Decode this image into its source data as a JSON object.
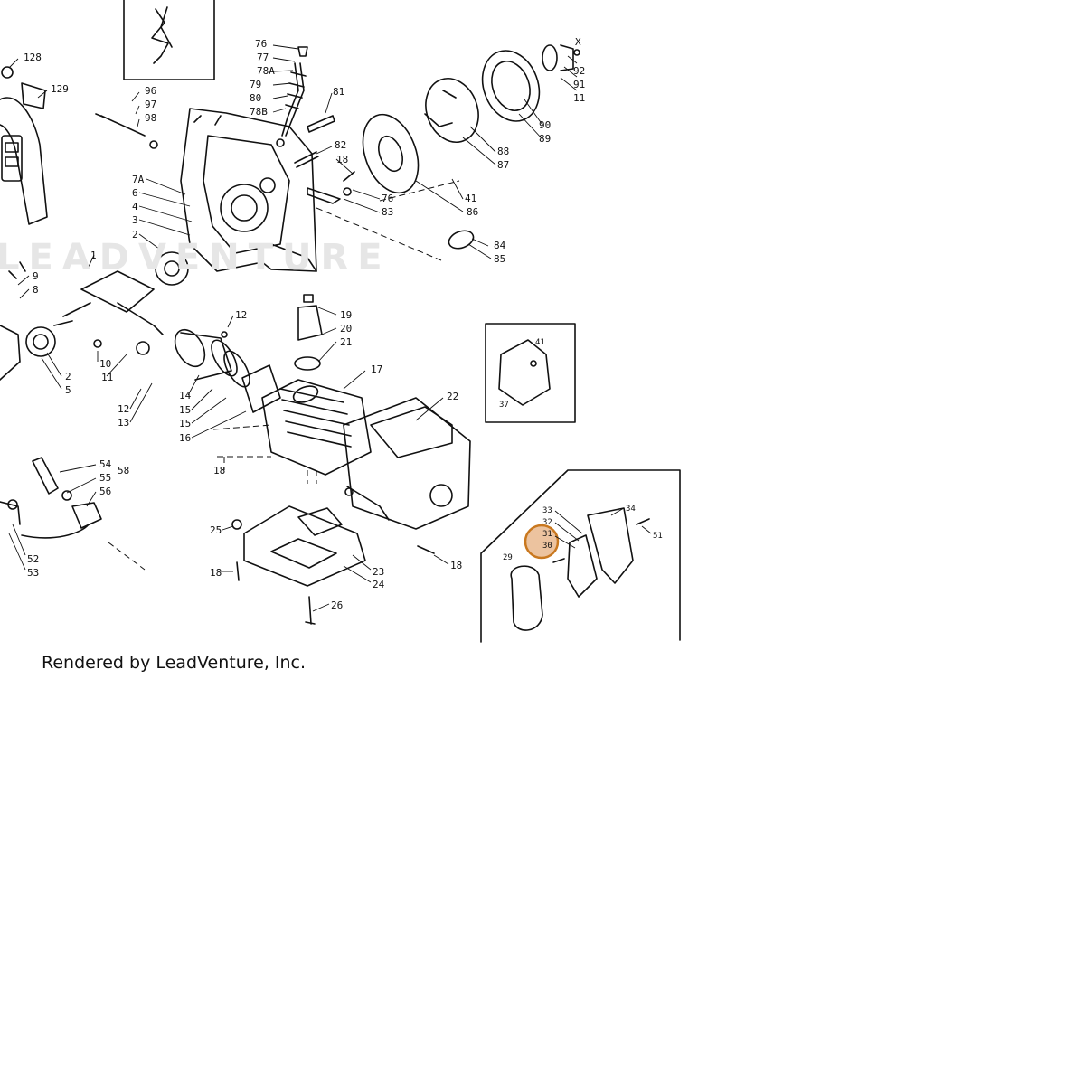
{
  "watermark": "LEADVENTURE",
  "footer": "Rendered by LeadVenture, Inc.",
  "highlight_color": "#d9883f",
  "callouts": {
    "c128": "128",
    "c129": "129",
    "c96": "96",
    "c97": "97",
    "c98": "98",
    "c76a": "76",
    "c77": "77",
    "c78a": "78A",
    "c79": "79",
    "c80": "80",
    "c78b": "78B",
    "c81": "81",
    "c82": "82",
    "c18a": "18",
    "c76b": "76",
    "c83": "83",
    "cX": "X",
    "c92": "92",
    "c91": "91",
    "c11a": "11",
    "c90": "90",
    "c89": "89",
    "c88": "88",
    "c87": "87",
    "c41a": "41",
    "c86": "86",
    "c84": "84",
    "c85": "85",
    "c7a": "7A",
    "c6": "6",
    "c4": "4",
    "c3": "3",
    "c2a": "2",
    "c9": "9",
    "c8": "8",
    "c1": "1",
    "c2b": "2",
    "c5": "5",
    "c10": "10",
    "c11b": "11",
    "c12a": "12",
    "c12b": "12",
    "c13": "13",
    "c14": "14",
    "c15a": "15",
    "c15b": "15",
    "c16": "16",
    "c19": "19",
    "c20": "20",
    "c21": "21",
    "c17": "17",
    "c22": "22",
    "c18b": "18",
    "c41b": "41",
    "c37": "37",
    "c54": "54",
    "c58": "58",
    "c55": "55",
    "c56": "56",
    "c52": "52",
    "c53": "53",
    "c25": "25",
    "c23": "23",
    "c24": "24",
    "c18c": "18",
    "c18d": "18",
    "c26": "26",
    "c33": "33",
    "c32": "32",
    "c31": "31",
    "c30": "30",
    "c34": "34",
    "c51": "51",
    "c29": "29"
  }
}
